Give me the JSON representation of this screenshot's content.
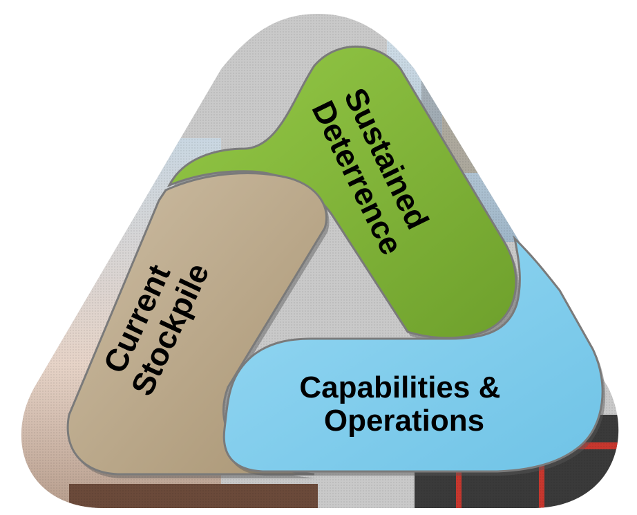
{
  "diagram": {
    "segments": [
      {
        "id": "sustained",
        "lines": [
          "Sustained",
          "Deterrence"
        ],
        "color": "#8cc13f"
      },
      {
        "id": "stockpile",
        "lines": [
          "Current",
          "Stockpile"
        ],
        "color": "#c6b59a"
      },
      {
        "id": "capabilities",
        "lines": [
          "Capabilities &",
          "Operations"
        ],
        "color": "#86d1ef"
      }
    ],
    "colors": {
      "triangle_frame": "#c9c9c9",
      "photo_sky": "#bfd3e2",
      "photo_ground": "#6b4a3a",
      "photo_equipment": "#c7372e"
    }
  }
}
